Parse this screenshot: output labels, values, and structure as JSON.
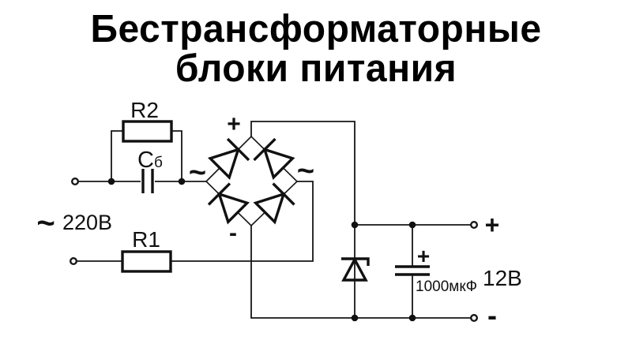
{
  "title": {
    "line1": "Бестрансформаторные",
    "line2": "блоки питания"
  },
  "schematic": {
    "input": {
      "tilde": "~",
      "voltage": "220В"
    },
    "components": {
      "r2_label": "R2",
      "cb_label_main": "С",
      "cb_label_sub": "б",
      "r1_label": "R1",
      "filter_cap_plus": "+",
      "filter_cap_value": "1000мкФ"
    },
    "bridge": {
      "plus": "+",
      "minus": "-",
      "ac_left": "~",
      "ac_right": "~"
    },
    "output": {
      "plus": "+",
      "minus": "-",
      "voltage": "12В"
    }
  },
  "colors": {
    "ink": "#111111",
    "background": "#ffffff"
  }
}
